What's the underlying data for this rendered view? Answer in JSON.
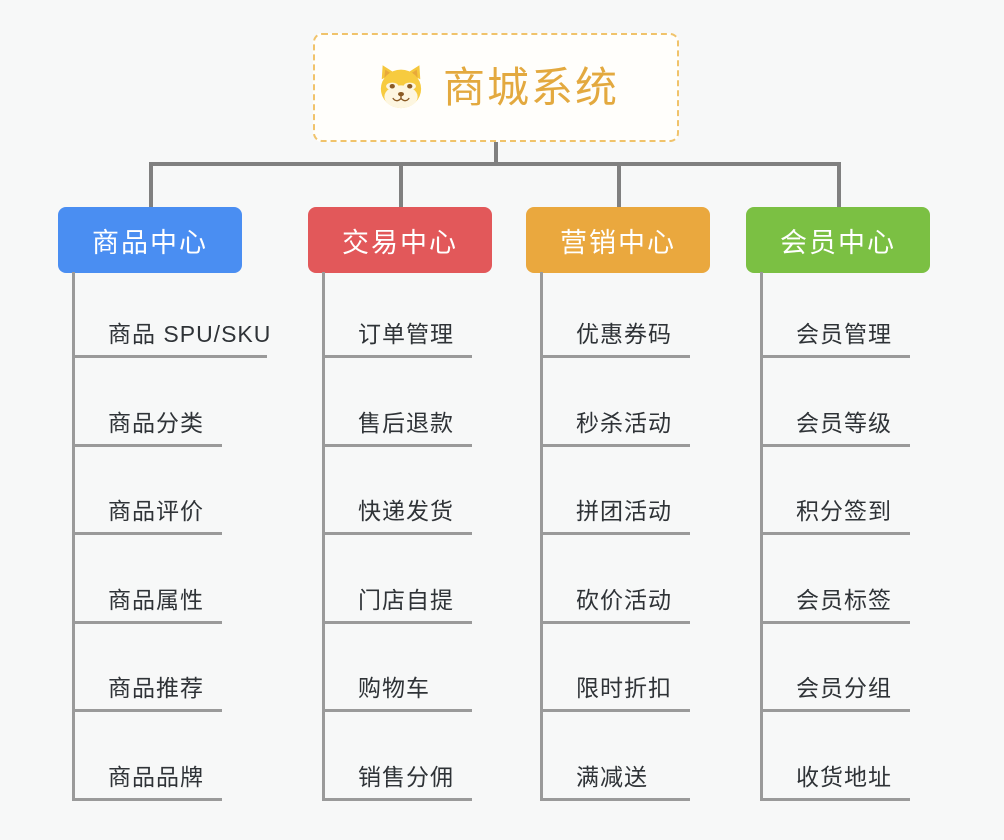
{
  "page": {
    "background_color": "#f7f8f8",
    "type": "organization-mindmap"
  },
  "root": {
    "title": "商城系统",
    "icon": "shiba-dog-icon",
    "text_color": "#e3a93f",
    "border_color": "#f0c36b",
    "background_color": "#fffefb"
  },
  "branches": [
    {
      "label": "商品中心",
      "color": "#4a8ef2",
      "items": [
        "商品 SPU/SKU",
        "商品分类",
        "商品评价",
        "商品属性",
        "商品推荐",
        "商品品牌"
      ]
    },
    {
      "label": "交易中心",
      "color": "#e2585a",
      "items": [
        "订单管理",
        "售后退款",
        "快递发货",
        "门店自提",
        "购物车",
        "销售分佣"
      ]
    },
    {
      "label": "营销中心",
      "color": "#eaa83e",
      "items": [
        "优惠券码",
        "秒杀活动",
        "拼团活动",
        "砍价活动",
        "限时折扣",
        "满减送"
      ]
    },
    {
      "label": "会员中心",
      "color": "#7bc043",
      "items": [
        "会员管理",
        "会员等级",
        "积分签到",
        "会员标签",
        "会员分组",
        "收货地址"
      ]
    }
  ],
  "connector": {
    "color": "#808080",
    "leaf_line_color": "#9a9a9a"
  }
}
